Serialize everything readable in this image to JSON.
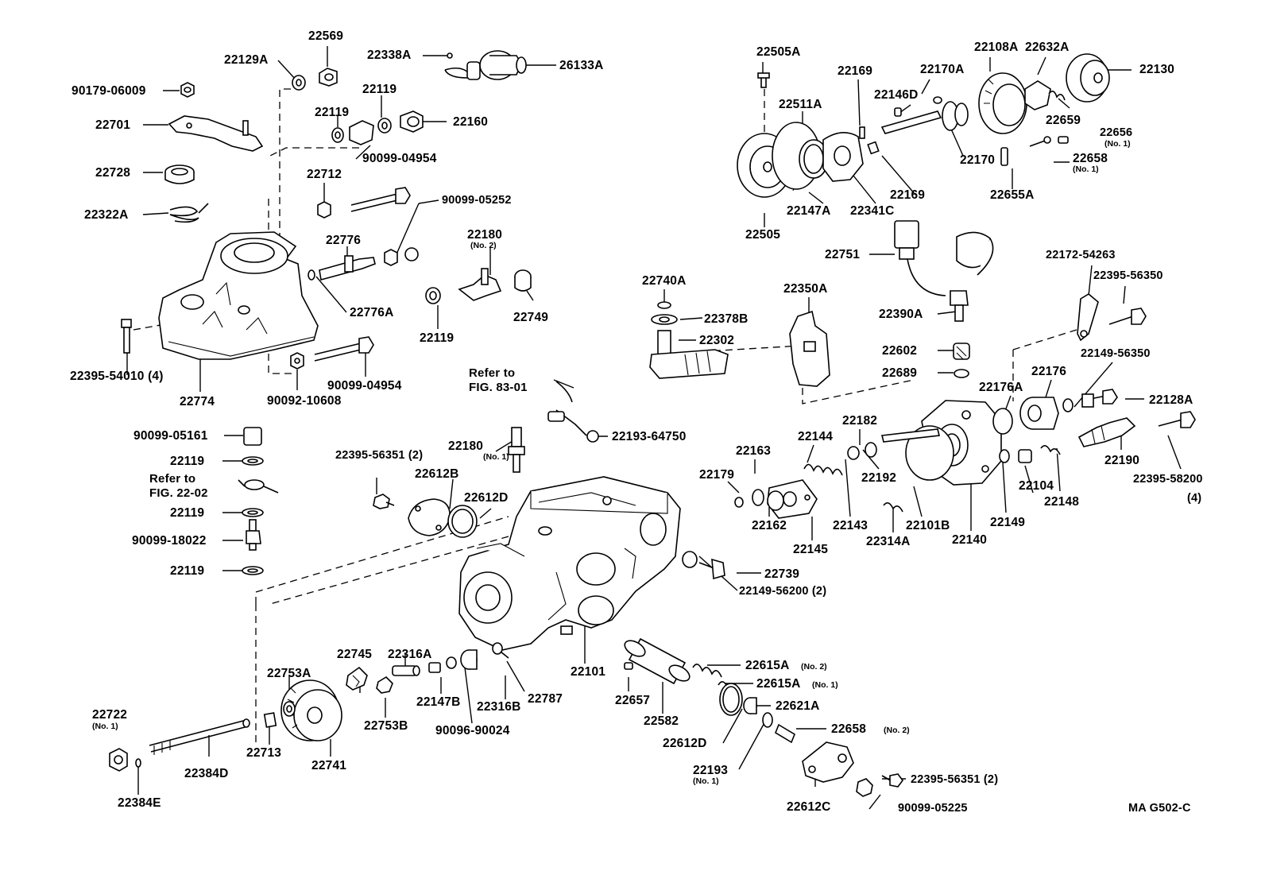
{
  "diagram_code": "MA G502-C",
  "labels": {
    "l22129A": "22129A",
    "l22569": "22569",
    "l22338A": "22338A",
    "l26133A": "26133A",
    "l90179": "90179-06009",
    "l22119a": "22119",
    "l22119b": "22119",
    "l22160": "22160",
    "l22701": "22701",
    "l90099_04954a": "90099-04954",
    "l22728": "22728",
    "l22712": "22712",
    "l90099_05252": "90099-05252",
    "l22322A": "22322A",
    "l22776": "22776",
    "l22180no2": "22180",
    "l22180no2sub": "(No. 2)",
    "l22776A": "22776A",
    "l22749": "22749",
    "l22119c": "22119",
    "l22395_54010": "22395-54010 (4)",
    "l22774": "22774",
    "l90092": "90092-10608",
    "l90099_04954b": "90099-04954",
    "ref1a": "Refer to",
    "ref1b": "FIG. 83-01",
    "l22193_64750": "22193-64750",
    "l90099_05161": "90099-05161",
    "l22119d": "22119",
    "ref2a": "Refer to",
    "ref2b": "FIG. 22-02",
    "l22119e": "22119",
    "l90099_18022": "90099-18022",
    "l22119f": "22119",
    "l22395_56351a": "22395-56351 (2)",
    "l22180no1": "22180",
    "l22180no1sub": "(No. 1)",
    "l22612B": "22612B",
    "l22612D_top": "22612D",
    "l22739": "22739",
    "l22149_56200": "22149-56200 (2)",
    "l22101": "22101",
    "l22745": "22745",
    "l22316A": "22316A",
    "l22753A": "22753A",
    "l22147B": "22147B",
    "l22316B": "22316B",
    "l22787": "22787",
    "l22753B": "22753B",
    "l90096": "90096-90024",
    "l22722": "22722",
    "l22722sub": "(No. 1)",
    "l22713": "22713",
    "l22741": "22741",
    "l22384D": "22384D",
    "l22384E": "22384E",
    "l22657": "22657",
    "l22582": "22582",
    "l22615Ano2": "22615A",
    "l22615Ano2sub": "(No. 2)",
    "l22615Ano1": "22615A",
    "l22615Ano1sub": "(No. 1)",
    "l22621A": "22621A",
    "l22658no2": "22658",
    "l22658no2sub": "(No. 2)",
    "l22612D_bot": "22612D",
    "l22193no1": "22193",
    "l22193no1sub": "(No. 1)",
    "l22395_56351b": "22395-56351 (2)",
    "l22612C": "22612C",
    "l90099_05225": "90099-05225",
    "l22505A": "22505A",
    "l22169a": "22169",
    "l22170A": "22170A",
    "l22108A": "22108A",
    "l22632A": "22632A",
    "l22130": "22130",
    "l22511A": "22511A",
    "l22146D": "22146D",
    "l22659": "22659",
    "l22656": "22656",
    "l22656sub": "(No. 1)",
    "l22170": "22170",
    "l22658no1": "22658",
    "l22658no1sub": "(No. 1)",
    "l22169b": "22169",
    "l22655A": "22655A",
    "l22147A": "22147A",
    "l22341C": "22341C",
    "l22505": "22505",
    "l22751": "22751",
    "l22740A": "22740A",
    "l22350A": "22350A",
    "l22378B": "22378B",
    "l22302": "22302",
    "l22390A": "22390A",
    "l22172": "22172-54263",
    "l22395_56350": "22395-56350",
    "l22602": "22602",
    "l22689": "22689",
    "l22149_56350": "22149-56350",
    "l22176A": "22176A",
    "l22176": "22176",
    "l22128A": "22128A",
    "l22182": "22182",
    "l22144": "22144",
    "l22163": "22163",
    "l22179": "22179",
    "l22192": "22192",
    "l22162": "22162",
    "l22143": "22143",
    "l22101B": "22101B",
    "l22149": "22149",
    "l22104": "22104",
    "l22148": "22148",
    "l22190": "22190",
    "l22395_58200": "22395-58200",
    "l22395_58200sub": "(4)",
    "l22145": "22145",
    "l22314A": "22314A",
    "l22140": "22140"
  }
}
